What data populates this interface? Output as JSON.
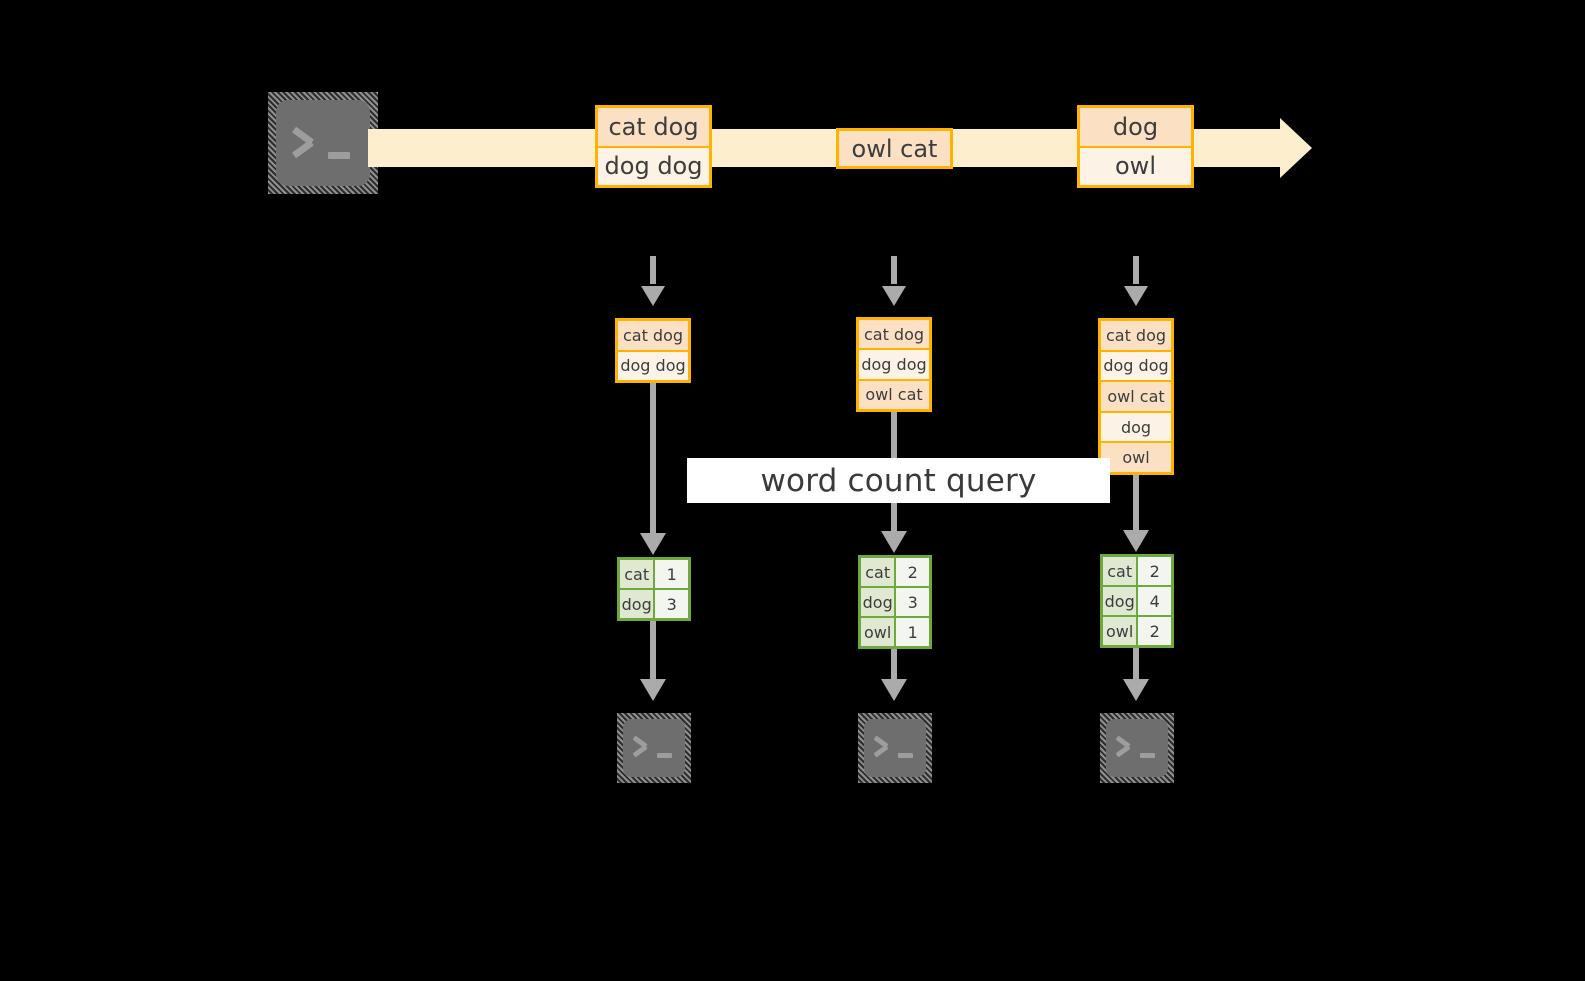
{
  "diagram": {
    "title": "word count streaming query diagram",
    "colors": {
      "background": "#000000",
      "stream_band": "#FDEFCD",
      "record_border": "#FFB200",
      "record_fill_tint": "#FBE0C4",
      "record_fill": "#FDF2E6",
      "result_border": "#6FA83C",
      "result_fill_word": "#DFE9D2",
      "result_fill_count": "#F2F6EE",
      "connector": "#ABABAB",
      "label_band": "#FFFFFF",
      "terminal_body": "#6E6E6E",
      "terminal_glyph": "#9D9D9D",
      "text": "#3D3D3D"
    },
    "source": {
      "icon": "terminal-icon",
      "glyph": ">_"
    },
    "stream": {
      "icon": "right-arrow-icon",
      "events": [
        {
          "name": "event-group-1",
          "rows": [
            {
              "text": "cat dog",
              "tint": true
            },
            {
              "text": "dog dog",
              "tint": false
            }
          ]
        },
        {
          "name": "event-group-2",
          "rows": [
            {
              "text": "owl cat",
              "tint": true
            }
          ]
        },
        {
          "name": "event-group-3",
          "rows": [
            {
              "text": "dog",
              "tint": true
            },
            {
              "text": "owl",
              "tint": false
            }
          ]
        }
      ]
    },
    "query_label": "word count query",
    "snapshots": [
      {
        "name": "snapshot-1",
        "input_rows": [
          {
            "text": "cat dog",
            "tint": true
          },
          {
            "text": "dog dog",
            "tint": false
          }
        ],
        "result_rows": [
          {
            "word": "cat",
            "count": "1"
          },
          {
            "word": "dog",
            "count": "3"
          }
        ],
        "sink_icon": "terminal-icon",
        "sink_glyph": ">_"
      },
      {
        "name": "snapshot-2",
        "input_rows": [
          {
            "text": "cat dog",
            "tint": true
          },
          {
            "text": "dog dog",
            "tint": false
          },
          {
            "text": "owl cat",
            "tint": true
          }
        ],
        "result_rows": [
          {
            "word": "cat",
            "count": "2"
          },
          {
            "word": "dog",
            "count": "3"
          },
          {
            "word": "owl",
            "count": "1"
          }
        ],
        "sink_icon": "terminal-icon",
        "sink_glyph": ">_"
      },
      {
        "name": "snapshot-3",
        "input_rows": [
          {
            "text": "cat dog",
            "tint": true
          },
          {
            "text": "dog dog",
            "tint": false
          },
          {
            "text": "owl cat",
            "tint": true
          },
          {
            "text": "dog",
            "tint": false
          },
          {
            "text": "owl",
            "tint": true
          }
        ],
        "result_rows": [
          {
            "word": "cat",
            "count": "2"
          },
          {
            "word": "dog",
            "count": "4"
          },
          {
            "word": "owl",
            "count": "2"
          }
        ],
        "sink_icon": "terminal-icon",
        "sink_glyph": ">_"
      }
    ]
  }
}
